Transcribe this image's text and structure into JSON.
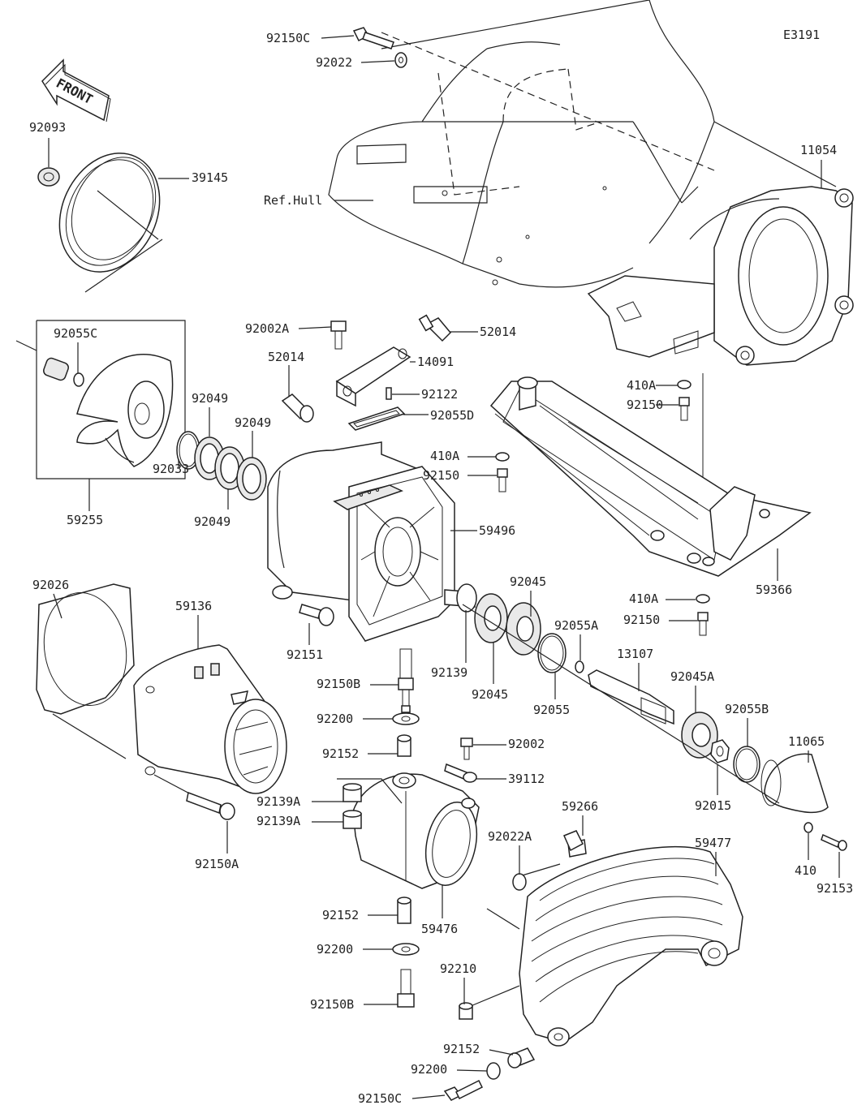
{
  "diagram_code": "E3191",
  "front_arrow_text": "FRONT",
  "hull_label": "Ref.Hull",
  "callouts": [
    {
      "id": "92150C-top",
      "text": "92150C"
    },
    {
      "id": "92022-top",
      "text": "92022"
    },
    {
      "id": "92093",
      "text": "92093"
    },
    {
      "id": "39145",
      "text": "39145"
    },
    {
      "id": "ref-hull",
      "text": "Ref.Hull"
    },
    {
      "id": "11054",
      "text": "11054"
    },
    {
      "id": "92002A",
      "text": "92002A"
    },
    {
      "id": "52014-right",
      "text": "52014"
    },
    {
      "id": "14091",
      "text": "14091"
    },
    {
      "id": "52014-left",
      "text": "52014"
    },
    {
      "id": "92122",
      "text": "92122"
    },
    {
      "id": "92055D",
      "text": "92055D"
    },
    {
      "id": "92055C",
      "text": "92055C"
    },
    {
      "id": "92049-a",
      "text": "92049"
    },
    {
      "id": "92049-b",
      "text": "92049"
    },
    {
      "id": "92049-c",
      "text": "92049"
    },
    {
      "id": "92033",
      "text": "92033"
    },
    {
      "id": "59255",
      "text": "59255"
    },
    {
      "id": "410A-1",
      "text": "410A"
    },
    {
      "id": "92150-1",
      "text": "92150"
    },
    {
      "id": "410A-2",
      "text": "410A"
    },
    {
      "id": "92150-2",
      "text": "92150"
    },
    {
      "id": "59496",
      "text": "59496"
    },
    {
      "id": "59366",
      "text": "59366"
    },
    {
      "id": "92026",
      "text": "92026"
    },
    {
      "id": "59136",
      "text": "59136"
    },
    {
      "id": "410A-3",
      "text": "410A"
    },
    {
      "id": "92150-3",
      "text": "92150"
    },
    {
      "id": "92045-a",
      "text": "92045"
    },
    {
      "id": "92055A",
      "text": "92055A"
    },
    {
      "id": "92151",
      "text": "92151"
    },
    {
      "id": "92139",
      "text": "92139"
    },
    {
      "id": "92045-b",
      "text": "92045"
    },
    {
      "id": "13107",
      "text": "13107"
    },
    {
      "id": "92045A",
      "text": "92045A"
    },
    {
      "id": "92150B-top",
      "text": "92150B"
    },
    {
      "id": "92055",
      "text": "92055"
    },
    {
      "id": "92055B",
      "text": "92055B"
    },
    {
      "id": "92200-top",
      "text": "92200"
    },
    {
      "id": "11065",
      "text": "11065"
    },
    {
      "id": "92152-top",
      "text": "92152"
    },
    {
      "id": "92002",
      "text": "92002"
    },
    {
      "id": "39112",
      "text": "39112"
    },
    {
      "id": "92139A-1",
      "text": "92139A"
    },
    {
      "id": "92015",
      "text": "92015"
    },
    {
      "id": "92139A-2",
      "text": "92139A"
    },
    {
      "id": "59266",
      "text": "59266"
    },
    {
      "id": "92022A",
      "text": "92022A"
    },
    {
      "id": "59477",
      "text": "59477"
    },
    {
      "id": "92150A",
      "text": "92150A"
    },
    {
      "id": "410",
      "text": "410"
    },
    {
      "id": "92153",
      "text": "92153"
    },
    {
      "id": "92152-mid",
      "text": "92152"
    },
    {
      "id": "59476",
      "text": "59476"
    },
    {
      "id": "92200-mid",
      "text": "92200"
    },
    {
      "id": "92210",
      "text": "92210"
    },
    {
      "id": "92150B-bot",
      "text": "92150B"
    },
    {
      "id": "92152-bot",
      "text": "92152"
    },
    {
      "id": "92200-bot",
      "text": "92200"
    },
    {
      "id": "92150C-bot",
      "text": "92150C"
    }
  ]
}
